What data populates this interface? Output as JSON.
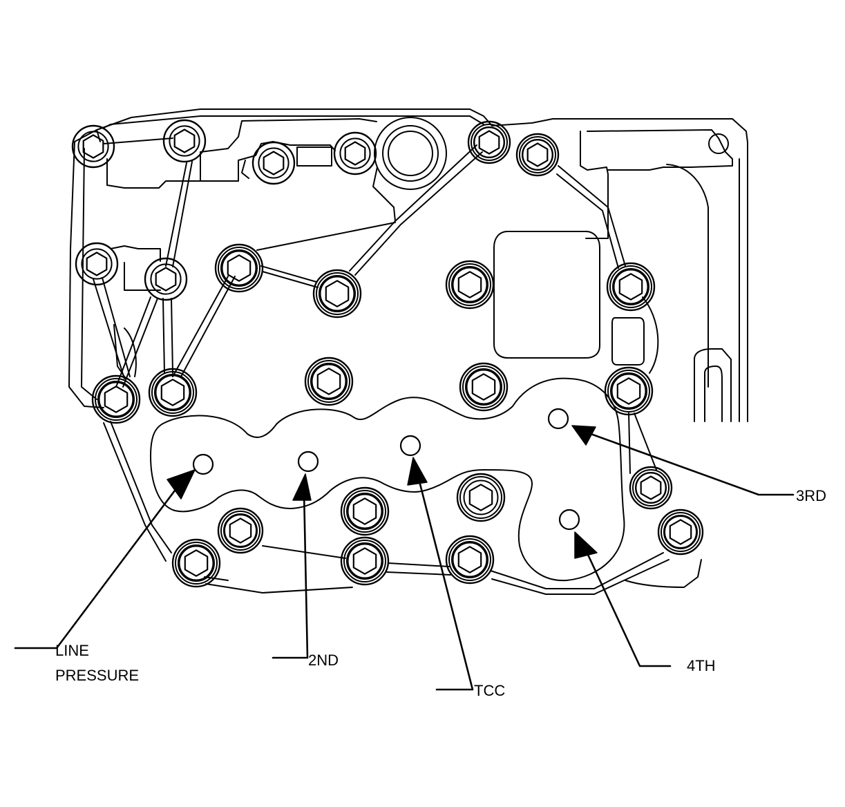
{
  "labels": {
    "line_pressure_1": "LINE",
    "line_pressure_2": "PRESSURE",
    "second": "2ND",
    "tcc": "TCC",
    "third": "3RD",
    "fourth": "4TH"
  }
}
